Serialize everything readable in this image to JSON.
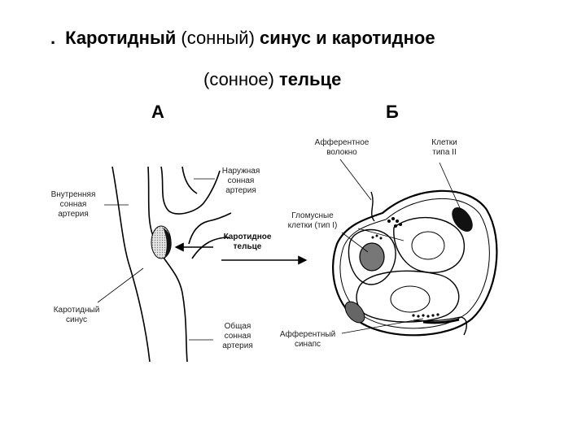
{
  "title": {
    "bullet": ".",
    "line1_bold_a": "Каротидный",
    "line1_normal_a": "(сонный)",
    "line1_bold_b": "синус и каротидное",
    "line2_normal": "(сонное)",
    "line2_bold": "тельце"
  },
  "panels": {
    "a": "А",
    "b": "Б"
  },
  "labels_a": {
    "internal_1": "Внутренняя",
    "internal_2": "сонная",
    "internal_3": "артерия",
    "external_1": "Наружная",
    "external_2": "сонная",
    "external_3": "артерия",
    "body_1": "Каротидное",
    "body_2": "тельце",
    "sinus_1": "Каротидный",
    "sinus_2": "синус",
    "common_1": "Общая",
    "common_2": "сонная",
    "common_3": "артерия"
  },
  "labels_b": {
    "afferent_fiber_1": "Афферентное",
    "afferent_fiber_2": "волокно",
    "type2_1": "Клетки",
    "type2_2": "типа II",
    "glomus_1": "Гломусные",
    "glomus_2": "клетки (тип I)",
    "synapse_1": "Афферентный",
    "synapse_2": "синапс"
  }
}
